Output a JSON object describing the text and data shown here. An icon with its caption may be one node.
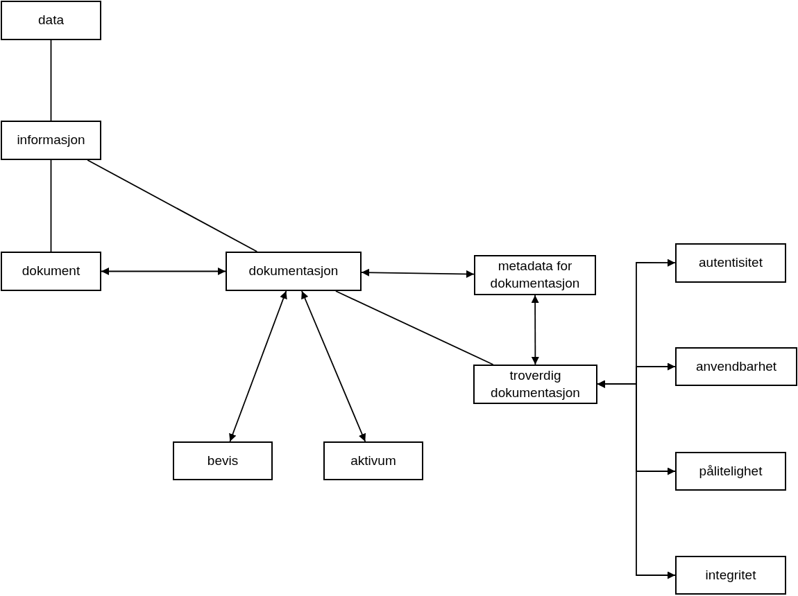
{
  "diagram": {
    "nodes": [
      {
        "text": [
          "data"
        ]
      },
      {
        "text": [
          "informasjon"
        ]
      },
      {
        "text": [
          "dokument"
        ]
      },
      {
        "text": [
          "dokumentasjon"
        ]
      },
      {
        "text": [
          "metadata for dokumentasjon"
        ]
      },
      {
        "text": [
          "troverdig dokumentasjon"
        ]
      },
      {
        "text": [
          "bevis"
        ]
      },
      {
        "text": [
          "aktivum"
        ]
      },
      {
        "text": [
          "autentisitet"
        ]
      },
      {
        "text": [
          "anvendbarhet"
        ]
      },
      {
        "text": [
          "pålitelighet"
        ]
      },
      {
        "text": [
          "integritet"
        ]
      }
    ],
    "edges": [
      {
        "from": 0,
        "to": 1,
        "arrow": "none"
      },
      {
        "from": 1,
        "to": 2,
        "arrow": "none"
      },
      {
        "from": 1,
        "to": 3,
        "arrow": "none"
      },
      {
        "from": 2,
        "to": 3,
        "arrow": "both"
      },
      {
        "from": 3,
        "to": 4,
        "arrow": "both"
      },
      {
        "from": 3,
        "to": 5,
        "arrow": "none"
      },
      {
        "from": 4,
        "to": 5,
        "arrow": "both"
      },
      {
        "from": 3,
        "to": 6,
        "arrow": "both"
      },
      {
        "from": 3,
        "to": 7,
        "arrow": "both"
      },
      {
        "from": 5,
        "to": 8,
        "arrow": "both"
      },
      {
        "from": 5,
        "to": 9,
        "arrow": "both"
      },
      {
        "from": 5,
        "to": 10,
        "arrow": "both"
      },
      {
        "from": 5,
        "to": 11,
        "arrow": "both"
      }
    ]
  }
}
